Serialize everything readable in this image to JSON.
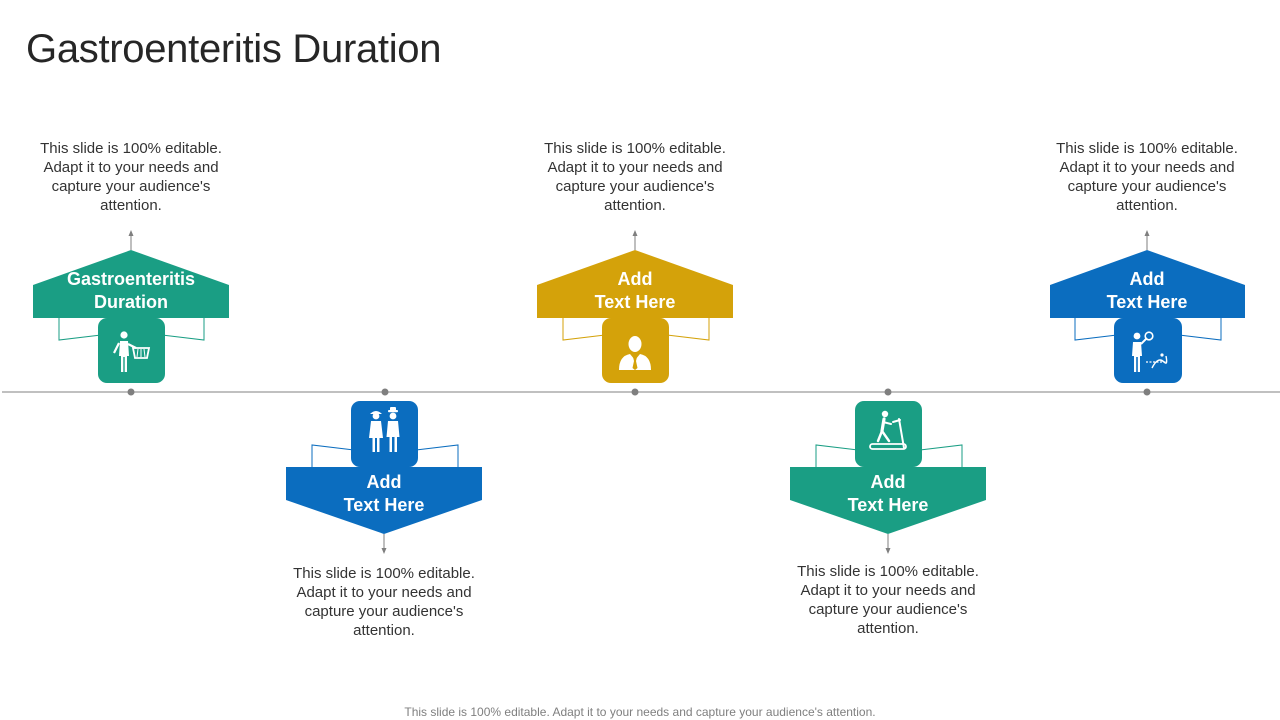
{
  "title": "Gastroenteritis Duration",
  "footer": "This slide is 100% editable. Adapt it to your needs and capture your audience's attention.",
  "colors": {
    "teal": "#1a9e84",
    "gold": "#d4a20a",
    "blue": "#0b6dbf",
    "line": "#7f7f7f"
  },
  "items": [
    {
      "label_line1": "Gastroenteritis",
      "label_line2": "Duration",
      "description": "This slide is 100% editable. Adapt it to your needs and capture your audience's attention.",
      "icon": "person-shopping-basket-icon",
      "color": "#1a9e84",
      "position": "above"
    },
    {
      "label_line1": "Add",
      "label_line2": "Text Here",
      "description": "This slide is 100% editable. Adapt it to your needs and capture your audience's attention.",
      "icon": "elderly-couple-icon",
      "color": "#0b6dbf",
      "position": "below"
    },
    {
      "label_line1": "Add",
      "label_line2": "Text Here",
      "description": "This slide is 100% editable. Adapt it to your needs and capture your audience's attention.",
      "icon": "businessman-icon",
      "color": "#d4a20a",
      "position": "above"
    },
    {
      "label_line1": "Add",
      "label_line2": "Text Here",
      "description": "This slide is 100% editable. Adapt it to your needs and capture your audience's attention.",
      "icon": "treadmill-runner-icon",
      "color": "#1a9e84",
      "position": "below"
    },
    {
      "label_line1": "Add",
      "label_line2": "Text Here",
      "description": "This slide is 100% editable. Adapt it to your needs and capture your audience's attention.",
      "icon": "person-with-gene-icon",
      "color": "#0b6dbf",
      "position": "above"
    }
  ]
}
